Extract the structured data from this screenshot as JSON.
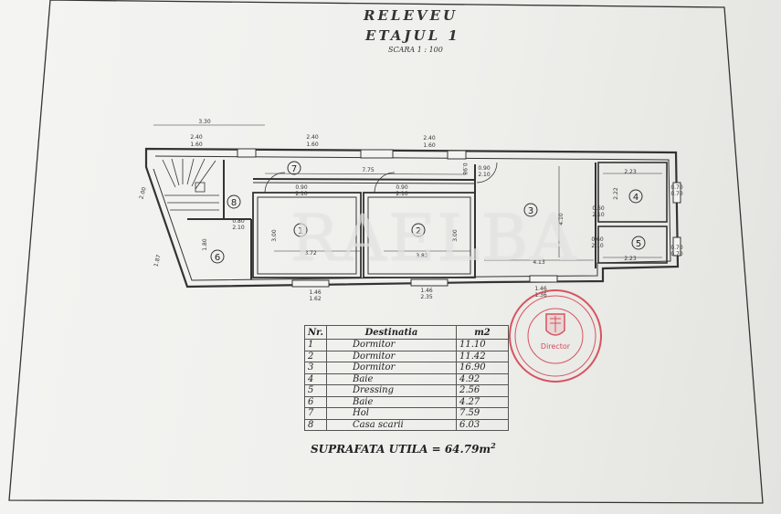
{
  "header": {
    "title": "RELEVEU",
    "subtitle": "ETAJUL 1",
    "scale": "SCARA 1 : 100"
  },
  "plan": {
    "room_numbers": [
      "1",
      "2",
      "3",
      "4",
      "5",
      "6",
      "7",
      "8"
    ],
    "dimensions": {
      "top_width": "3.30",
      "window_left_top": "2.40",
      "window_left_bottom": "1.60",
      "window_mid_top": "2.40",
      "window_mid_bottom": "1.60",
      "window_right_top": "2.40",
      "window_right_bottom": "1.60",
      "hall_length": "7.75",
      "hall_width": "0.98",
      "door1_top": "0.90",
      "door1_bottom": "2.10",
      "door2_top": "0.90",
      "door2_bottom": "2.10",
      "door3_top": "0.90",
      "door3_bottom": "2.10",
      "door6_top": "0.80",
      "door6_bottom": "2.10",
      "door4_top": "0.60",
      "door4_bottom": "2.10",
      "door5_top": "0.60",
      "door5_bottom": "2.10",
      "room1_height": "3.00",
      "room1_width": "3.72",
      "room2_height": "3.00",
      "room2_width": "3.82",
      "room3_height": "4.10",
      "room3_width": "4.13",
      "room4_width": "2.23",
      "room4_height": "2.22",
      "room5_width": "2.23",
      "win4_top": "0.70",
      "win4_bottom": "0.70",
      "win5_top": "0.70",
      "win5_bottom": "0.70",
      "stair_side": "2.00",
      "left_side": "1.87",
      "room6_height": "1.80",
      "bottom_win1_top": "1.46",
      "bottom_win1_bottom": "1.62",
      "bottom_win2_top": "1.46",
      "bottom_win2_bottom": "2.35",
      "bottom_win3_top": "1.46",
      "bottom_win3_bottom": "1.36"
    }
  },
  "table": {
    "headers": [
      "Nr.",
      "Destinatia",
      "m2"
    ],
    "rows": [
      {
        "nr": "1",
        "dest": "Dormitor",
        "area": "11.10"
      },
      {
        "nr": "2",
        "dest": "Dormitor",
        "area": "11.42"
      },
      {
        "nr": "3",
        "dest": "Dormitor",
        "area": "16.90"
      },
      {
        "nr": "4",
        "dest": "Baie",
        "area": "4.92"
      },
      {
        "nr": "5",
        "dest": "Dressing",
        "area": "2.56"
      },
      {
        "nr": "6",
        "dest": "Baie",
        "area": "4.27"
      },
      {
        "nr": "7",
        "dest": "Hol",
        "area": "7.59"
      },
      {
        "nr": "8",
        "dest": "Casa scarii",
        "area": "6.03"
      }
    ]
  },
  "summary": {
    "label": "SUPRAFATA UTILA = 64.79m",
    "unit_sup": "2"
  },
  "watermark": {
    "text": "RAELBA"
  },
  "stamp": {
    "inner_text": "Director"
  },
  "colors": {
    "ink": "#2a2a2a",
    "paper": "#f2f2ef",
    "stamp": "#d23a4a"
  }
}
